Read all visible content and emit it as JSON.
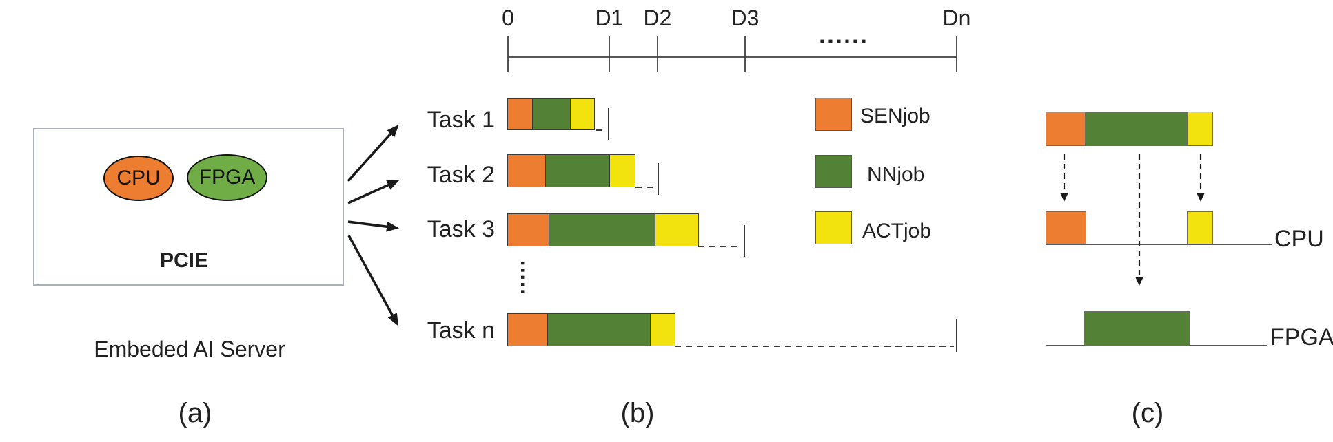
{
  "panel_a": {
    "cpu_label": "CPU",
    "fpga_label": "FPGA",
    "bus_label": "PCIE",
    "server_label": "Embeded AI Server",
    "caption": "(a)"
  },
  "panel_b": {
    "caption": "(b)",
    "timeline": {
      "tick_labels": [
        "0",
        "D1",
        "D2",
        "D3",
        "Dn"
      ],
      "ellipsis": "......"
    },
    "tasks": [
      {
        "label": "Task 1",
        "segments": [
          "SENjob",
          "NNjob",
          "ACTjob"
        ]
      },
      {
        "label": "Task 2",
        "segments": [
          "SENjob",
          "NNjob",
          "ACTjob"
        ]
      },
      {
        "label": "Task 3",
        "segments": [
          "SENjob",
          "NNjob",
          "ACTjob"
        ]
      },
      {
        "label": "Task n",
        "segments": [
          "SENjob",
          "NNjob",
          "ACTjob"
        ]
      }
    ],
    "tasks_ellipsis": ".....",
    "legend": [
      {
        "label": "SENjob",
        "color": "#ED7D31"
      },
      {
        "label": "NNjob",
        "color": "#538135"
      },
      {
        "label": "ACTjob",
        "color": "#F2E20E"
      }
    ]
  },
  "panel_c": {
    "caption": "(c)",
    "cpu_label": "CPU",
    "fpga_label": "FPGA"
  },
  "colors": {
    "sen_orange": "#ED7D31",
    "nn_green_dark": "#538135",
    "act_yellow": "#F2E20E",
    "fpga_green": "#70AD47",
    "bus_blue": "#5B9BD5",
    "stroke_dark": "#1a1a1a"
  }
}
